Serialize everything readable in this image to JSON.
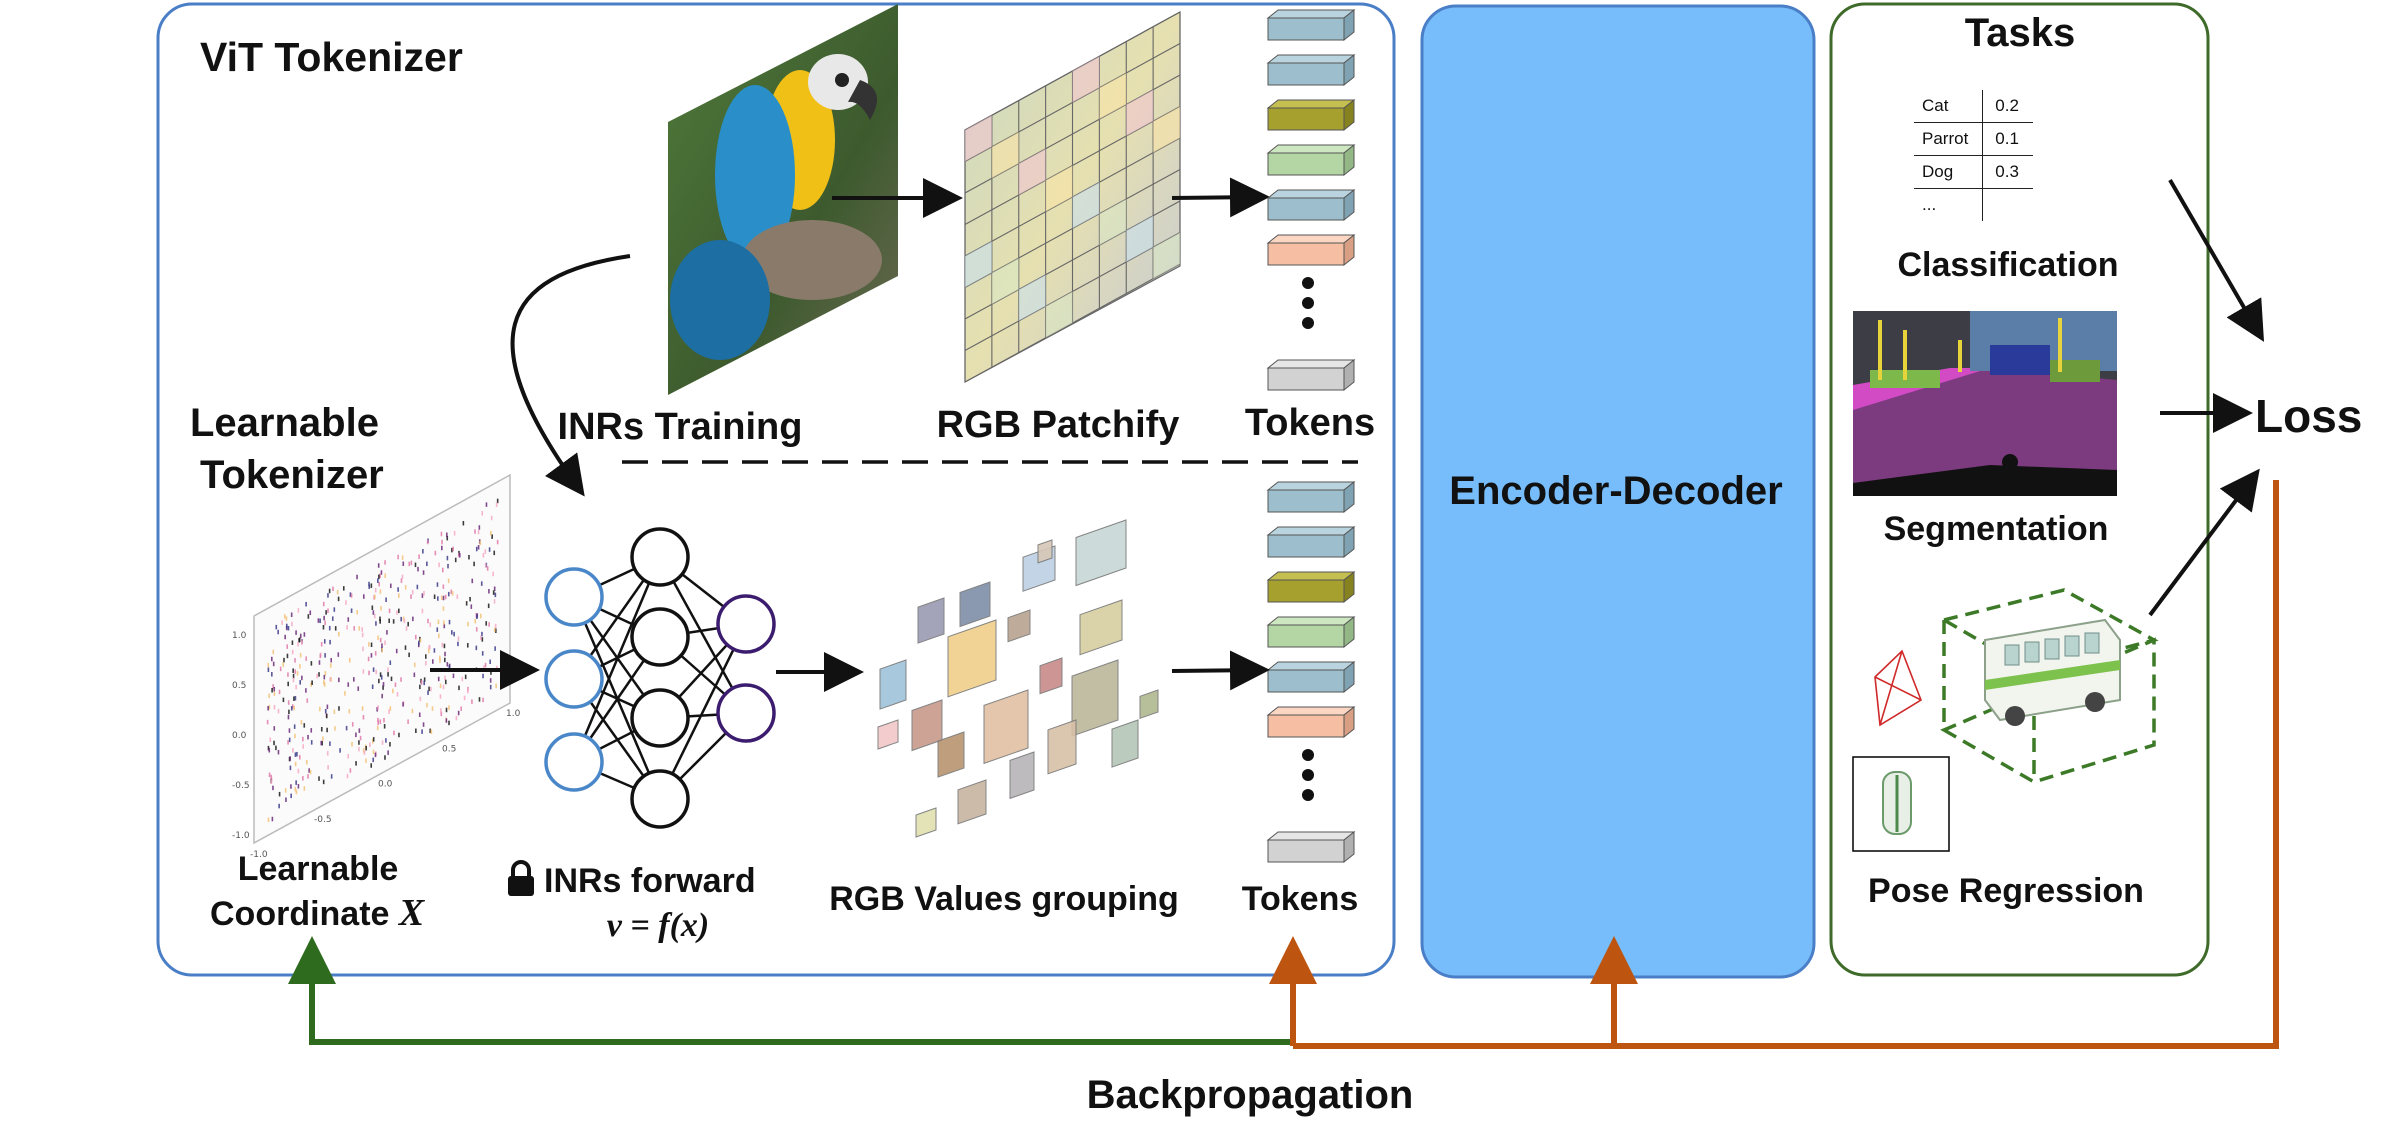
{
  "colors": {
    "panel_blue_border": "#4a7fc8",
    "encoder_fill": "#77bdfb",
    "tasks_border": "#3f6b2a",
    "backprop_green": "#2e6b1f",
    "backprop_orange": "#bd5511",
    "token_blue": "#9dbfcd",
    "token_olive": "#a6a12e",
    "token_green": "#b3d6a4",
    "token_salmon": "#f6bfa3",
    "token_gray": "#d2d2d2"
  },
  "vit_panel": {
    "title": "ViT Tokenizer",
    "inrs_training": "INRs Training",
    "rgb_patchify": "RGB Patchify",
    "tokens_top": "Tokens"
  },
  "learnable": {
    "title_line1": "Learnable",
    "title_line2": "Tokenizer",
    "coord_line1": "Learnable",
    "coord_line2": "Coordinate",
    "coord_var": "X",
    "inrs_forward": "INRs forward",
    "formula": "v = f(x)",
    "rgb_grouping": "RGB Values grouping",
    "tokens_bottom": "Tokens",
    "lock_icon": "lock-icon",
    "plot_ticks_y": [
      "1.0",
      "0.5",
      "0.0",
      "-0.5",
      "-1.0"
    ],
    "plot_ticks_x": [
      "-1.0",
      "-0.5",
      "0.0",
      "0.5",
      "1.0"
    ]
  },
  "tokens": {
    "top": [
      "blue",
      "blue",
      "olive",
      "green",
      "blue",
      "salmon",
      "gray"
    ],
    "bottom": [
      "blue",
      "blue",
      "olive",
      "green",
      "blue",
      "salmon",
      "gray"
    ]
  },
  "encoder": {
    "label": "Encoder-Decoder"
  },
  "tasks": {
    "title": "Tasks",
    "classification_table": [
      {
        "label": "Cat",
        "value": "0.2"
      },
      {
        "label": "Parrot",
        "value": "0.1"
      },
      {
        "label": "Dog",
        "value": "0.3"
      },
      {
        "label": "...",
        "value": ""
      }
    ],
    "classification": "Classification",
    "segmentation": "Segmentation",
    "pose_regression": "Pose Regression"
  },
  "loss": "Loss",
  "backprop": "Backpropagation"
}
